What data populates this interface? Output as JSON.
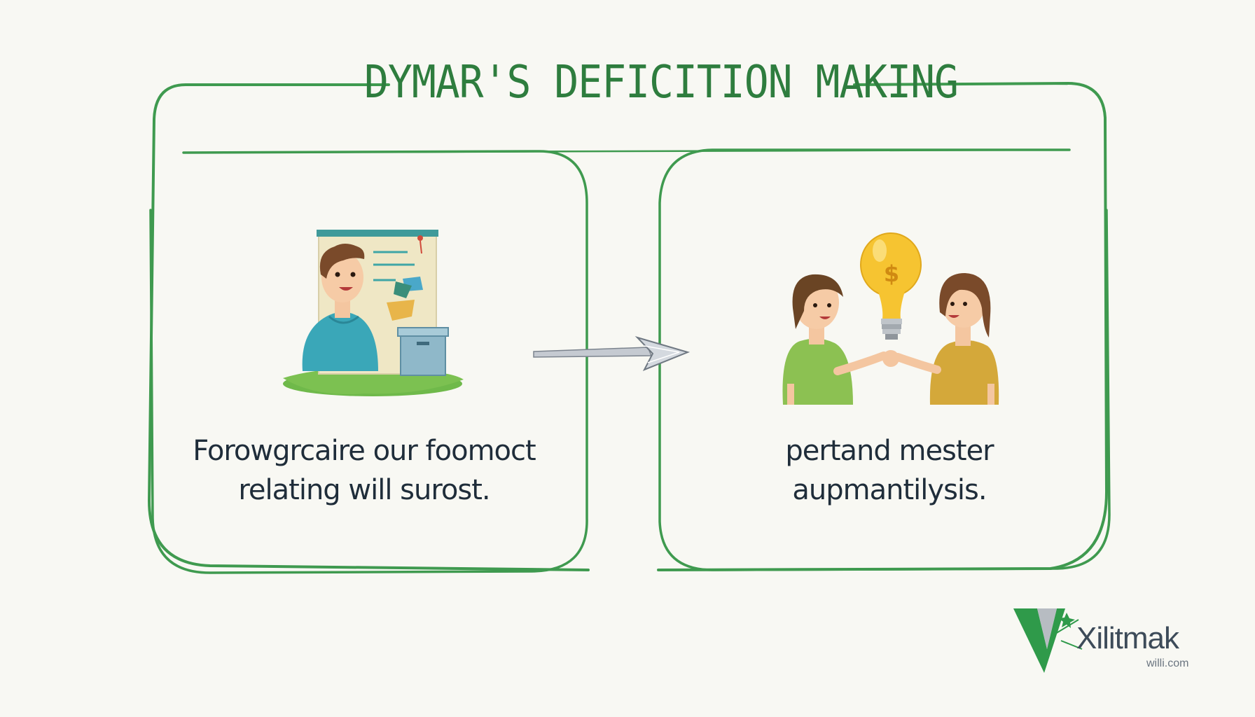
{
  "diagram": {
    "title": "DYMAR'S DEFICITION MAKING",
    "left_panel": {
      "caption_line1": "Forowgrcaire our foomoct",
      "caption_line2": "relating will surost.",
      "illustration": "person-at-board-illustration"
    },
    "right_panel": {
      "caption_line1": "pertand mester",
      "caption_line2": "aupmantilysis.",
      "illustration": "two-people-lightbulb-illustration"
    },
    "connector": "arrow-right-icon",
    "bulb_symbol": "$"
  },
  "logo": {
    "name": "Xilitmak",
    "subtitle": "willi.com",
    "mark": "v-logo-icon"
  },
  "colors": {
    "frame_green": "#3f9a4f",
    "title_green": "#2e7d3e",
    "text_dark": "#1f2d3a",
    "background": "#f8f8f3",
    "bulb_yellow": "#f6c431"
  }
}
